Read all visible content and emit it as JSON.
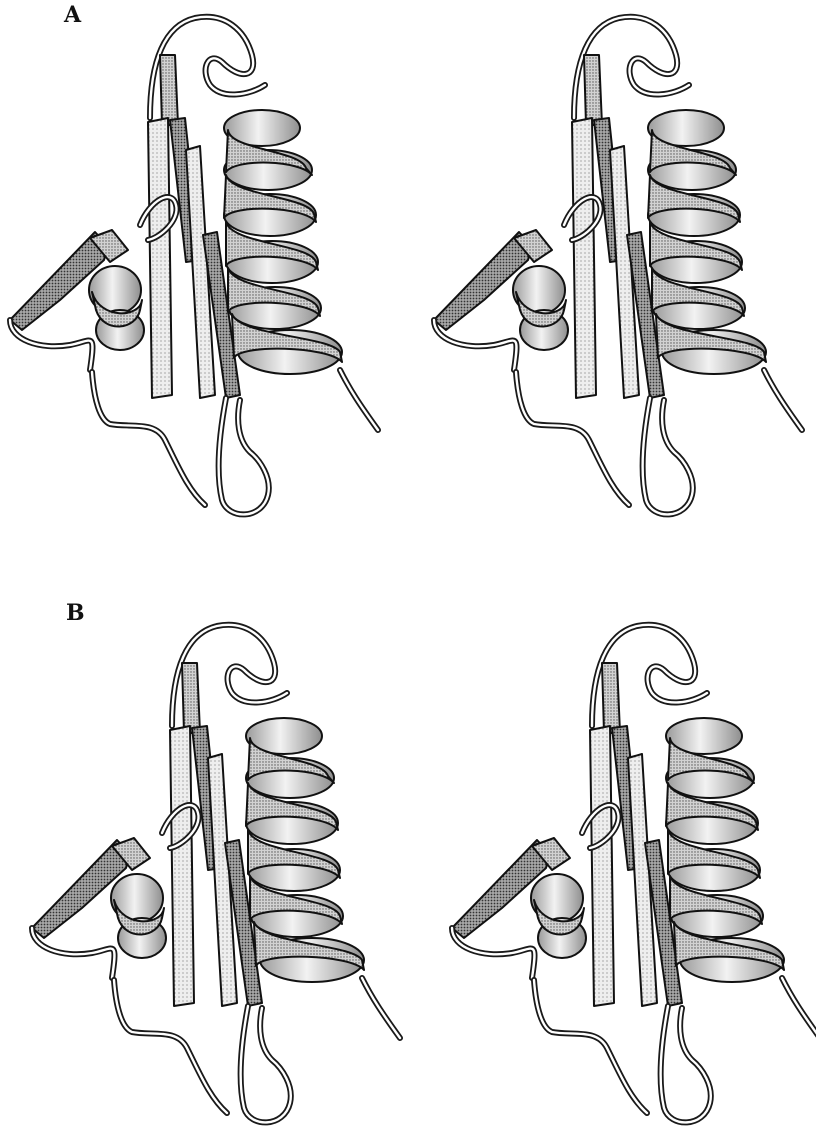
{
  "panels": [
    {
      "id": "A",
      "label": "A"
    },
    {
      "id": "B",
      "label": "B"
    }
  ],
  "colors": {
    "ink": "#111111",
    "light_shade": "#e6e6e6",
    "mid_shade": "#bdbdbd",
    "dark_shade": "#8c8c8c",
    "background": "#ffffff"
  }
}
